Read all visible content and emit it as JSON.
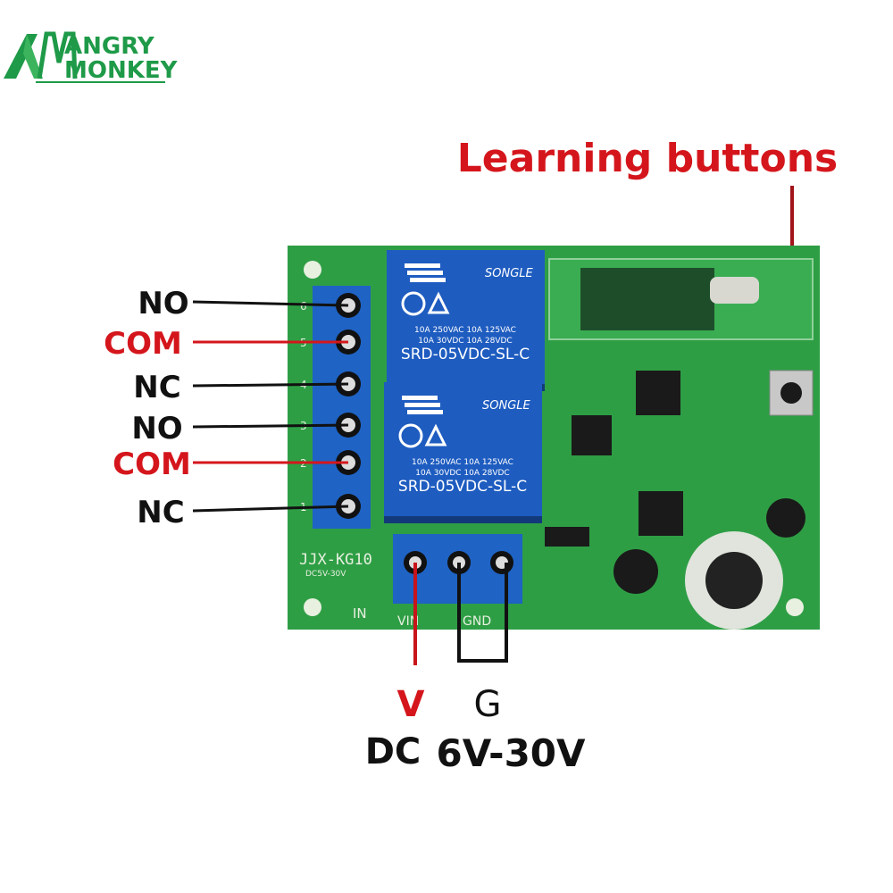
{
  "logo": {
    "text_line1": "ANGRY",
    "text_line2": "MONKEY",
    "monogram": "AM",
    "color": "#1e9a48"
  },
  "title": {
    "text": "Learning buttons",
    "color": "#d4161c"
  },
  "terminal_labels": [
    {
      "text": "NO",
      "color": "#111111"
    },
    {
      "text": "COM",
      "color": "#d4161c"
    },
    {
      "text": "NC",
      "color": "#111111"
    },
    {
      "text": "NO",
      "color": "#111111"
    },
    {
      "text": "COM",
      "color": "#d4161c"
    },
    {
      "text": "NC",
      "color": "#111111"
    }
  ],
  "terminal_numbers": [
    "6",
    "5",
    "4",
    "3",
    "2",
    "1"
  ],
  "relays": [
    {
      "brand": "SONGLE",
      "rating_1": "10A 250VAC  10A 125VAC",
      "rating_2": "10A 30VDC  10A 28VDC",
      "model": "SRD-05VDC-SL-C"
    },
    {
      "brand": "SONGLE",
      "rating_1": "10A 250VAC  10A 125VAC",
      "rating_2": "10A 30VDC  10A 28VDC",
      "model": "SRD-05VDC-SL-C"
    }
  ],
  "board": {
    "model": "JJX-KG10",
    "voltage": "DC5V-30V",
    "in_label": "IN",
    "vin_label": "VIN",
    "gnd_label": "GND",
    "color": "#2e9e45"
  },
  "power": {
    "v_label": "V",
    "g_label": "G",
    "dc_label": "DC",
    "range_label": "6V-30V"
  }
}
